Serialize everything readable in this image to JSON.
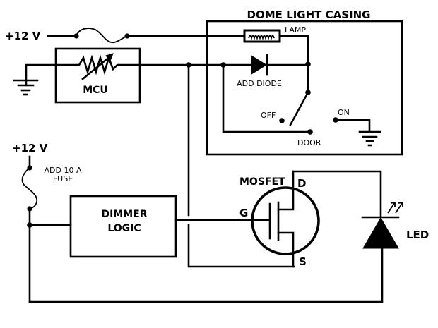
{
  "diagram": {
    "type": "circuit-schematic",
    "colors": {
      "stroke": "#000000",
      "background": "#ffffff"
    },
    "labels": {
      "casing_title": "DOME LIGHT CASING",
      "supply_top": "+12 V",
      "supply_left": "+12 V",
      "lamp": "LAMP",
      "add_diode": "ADD DIODE",
      "switch_off": "OFF",
      "switch_on": "ON",
      "door": "DOOR",
      "mcu": "MCU",
      "fuse_note_line1": "ADD 10 A",
      "fuse_note_line2": "FUSE",
      "dimmer_line1": "DIMMER",
      "dimmer_line2": "LOGIC",
      "mosfet": "MOSFET",
      "mosfet_drain": "D",
      "mosfet_gate": "G",
      "mosfet_source": "S",
      "led": "LED"
    },
    "components": [
      {
        "id": "fuse-top",
        "kind": "fuse",
        "connects": [
          "+12 V",
          "lamp"
        ]
      },
      {
        "id": "lamp",
        "kind": "lamp",
        "label": "LAMP"
      },
      {
        "id": "diode",
        "kind": "diode",
        "label": "ADD DIODE",
        "note": "added"
      },
      {
        "id": "door-switch",
        "kind": "spdt-switch",
        "positions": [
          "OFF",
          "ON",
          "DOOR"
        ]
      },
      {
        "id": "mcu",
        "kind": "variable-resistor-block",
        "label": "MCU"
      },
      {
        "id": "fuse-left",
        "kind": "fuse",
        "label": "ADD 10 A FUSE"
      },
      {
        "id": "dimmer",
        "kind": "block",
        "label": "DIMMER LOGIC"
      },
      {
        "id": "mosfet",
        "kind": "n-mosfet",
        "pins": [
          "D",
          "G",
          "S"
        ]
      },
      {
        "id": "led",
        "kind": "led",
        "label": "LED"
      },
      {
        "id": "ground-left",
        "kind": "ground"
      },
      {
        "id": "ground-on",
        "kind": "ground"
      }
    ]
  }
}
